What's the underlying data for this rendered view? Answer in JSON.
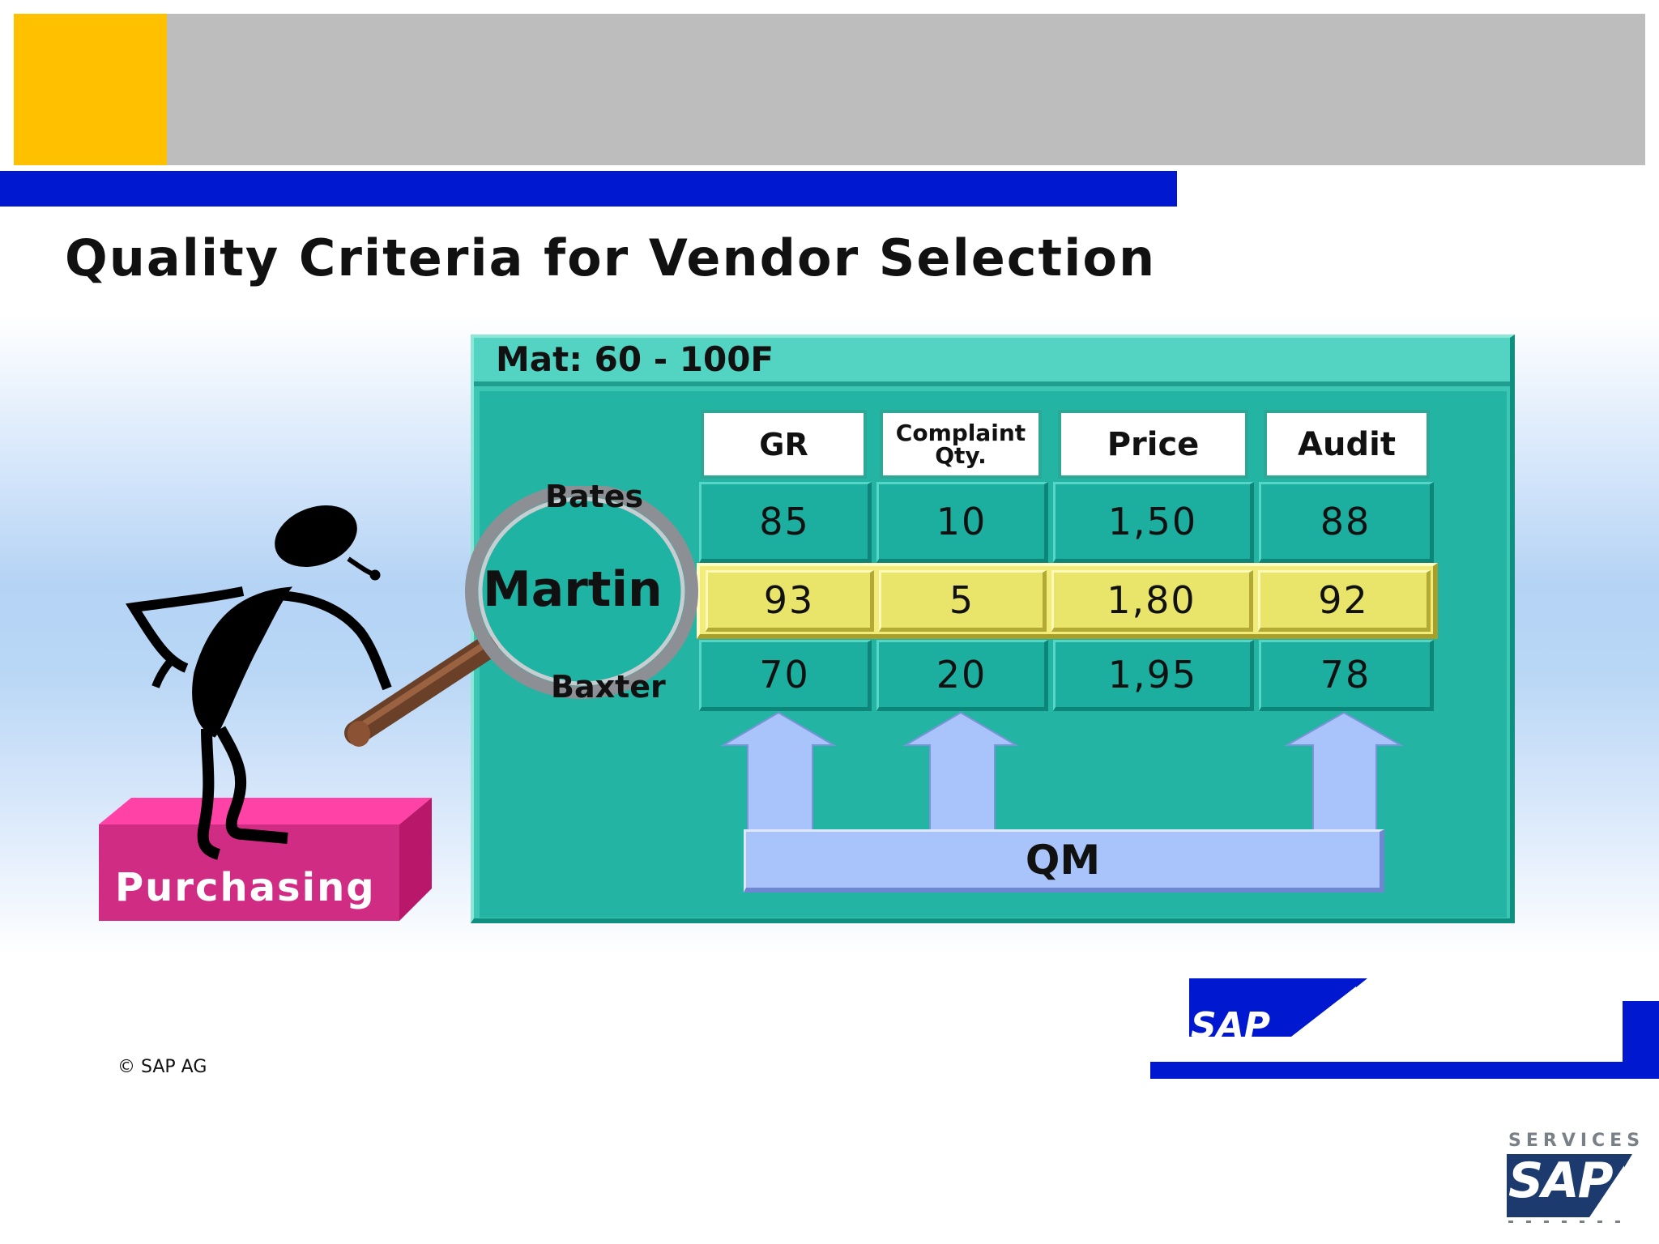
{
  "slide": {
    "title": "Quality Criteria for Vendor Selection"
  },
  "panel": {
    "title": "Mat: 60 - 100F"
  },
  "table": {
    "columns": [
      "GR",
      "Complaint Qty.",
      "Price",
      "Audit"
    ],
    "rows": [
      {
        "vendor": "Bates",
        "values": [
          "85",
          "10",
          "1,50",
          "88"
        ],
        "highlighted": false
      },
      {
        "vendor": "Martin",
        "values": [
          "93",
          "5",
          "1,80",
          "92"
        ],
        "highlighted": true
      },
      {
        "vendor": "Baxter",
        "values": [
          "70",
          "20",
          "1,95",
          "78"
        ],
        "highlighted": false
      }
    ],
    "qm_feeds": [
      "GR",
      "Complaint Qty.",
      "Audit"
    ]
  },
  "qm": {
    "label": "QM"
  },
  "figure": {
    "platform_label": "Purchasing"
  },
  "footer": {
    "copyright": "© SAP AG",
    "logo_text": "SAP",
    "partner_logo_top": "SERVICES",
    "partner_logo_main": "SAP"
  },
  "colors": {
    "accent_yellow": "#ffc000",
    "header_gray": "#bdbdbd",
    "brand_blue": "#0018d0",
    "panel_teal": "#3cc7b4",
    "highlight_yellow": "#e8e56a",
    "qm_blue": "#a9c4fb",
    "purchasing_pink": "#e0328a"
  }
}
